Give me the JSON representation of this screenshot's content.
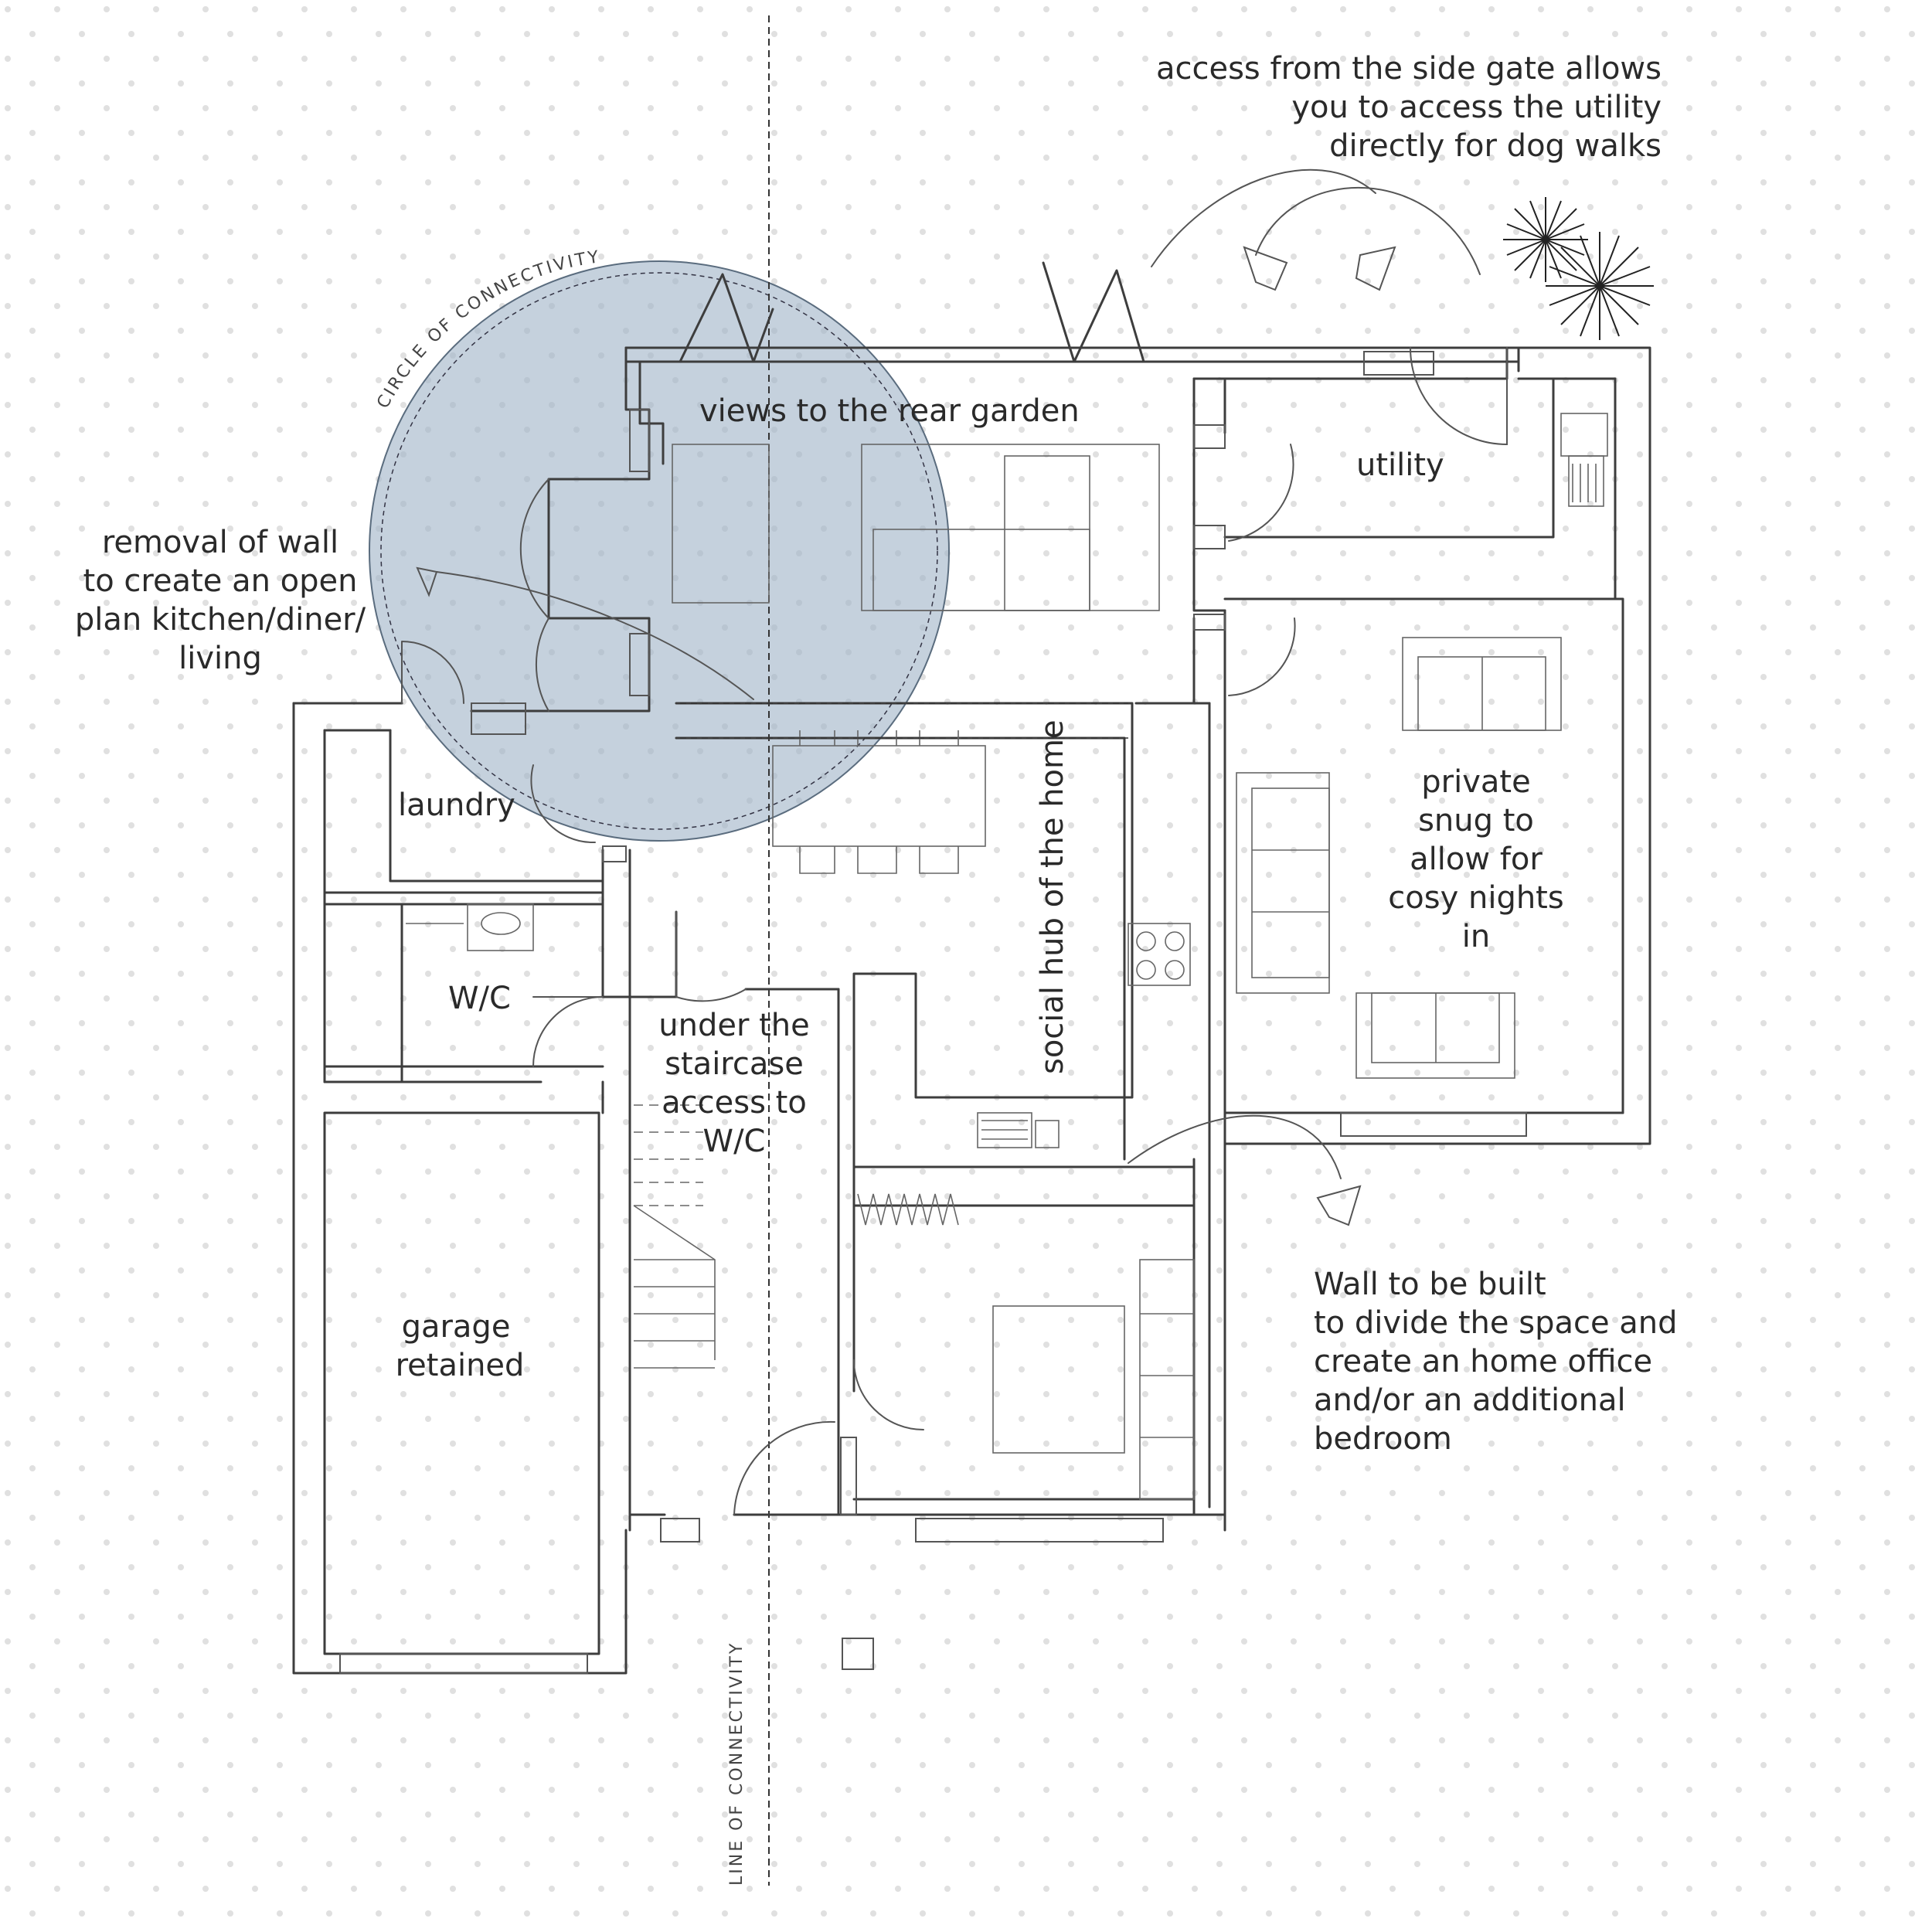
{
  "annotations": {
    "side_gate": [
      "access from the side gate allows",
      "you to access the utility",
      "directly for dog walks"
    ],
    "removal_wall": [
      "removal of wall",
      "to create an open",
      "plan kitchen/diner/",
      "living"
    ],
    "new_wall": [
      "Wall to be built",
      "to divide the space and",
      "create an home office",
      "and/or an additional",
      "bedroom"
    ],
    "circle_label": "CIRCLE OF CONNECTIVITY",
    "line_label": "LINE OF CONNECTIVITY"
  },
  "rooms": {
    "views": "views to the rear garden",
    "utility": "utility",
    "laundry": "laundry",
    "wc": "W/C",
    "social_hub": "social hub of the home",
    "snug": [
      "private",
      "snug to",
      "allow for",
      "cosy nights",
      "in"
    ],
    "stair": [
      "under the",
      "staircase",
      "access to",
      "W/C"
    ],
    "garage": [
      "garage",
      "retained"
    ]
  },
  "colors": {
    "circle_fill": "#9fb3c6",
    "ink": "#3d3d3d",
    "dots": "#c9c9c9"
  }
}
